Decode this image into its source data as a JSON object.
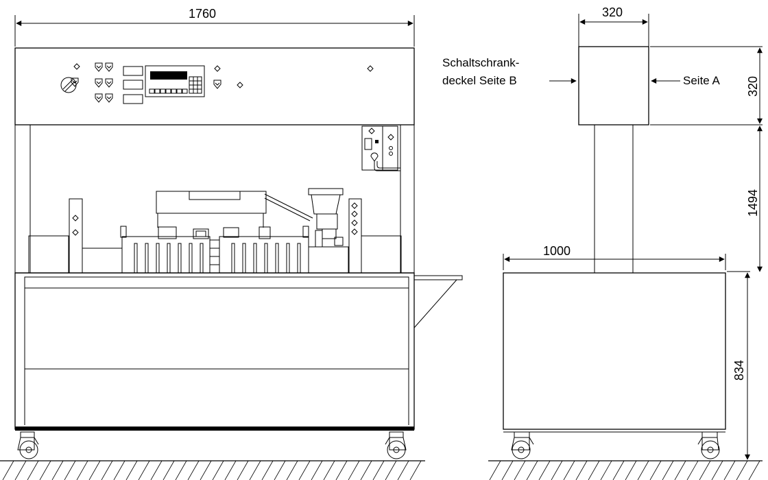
{
  "dimensions": {
    "front_width": "1760",
    "column_width": "320",
    "cabinet_height": "320",
    "column_height": "1494",
    "base_width": "1000",
    "base_height": "834"
  },
  "labels": {
    "cover_line1": "Schaltschrank-",
    "cover_line2": "deckel Seite B",
    "side_a": "Seite A"
  }
}
